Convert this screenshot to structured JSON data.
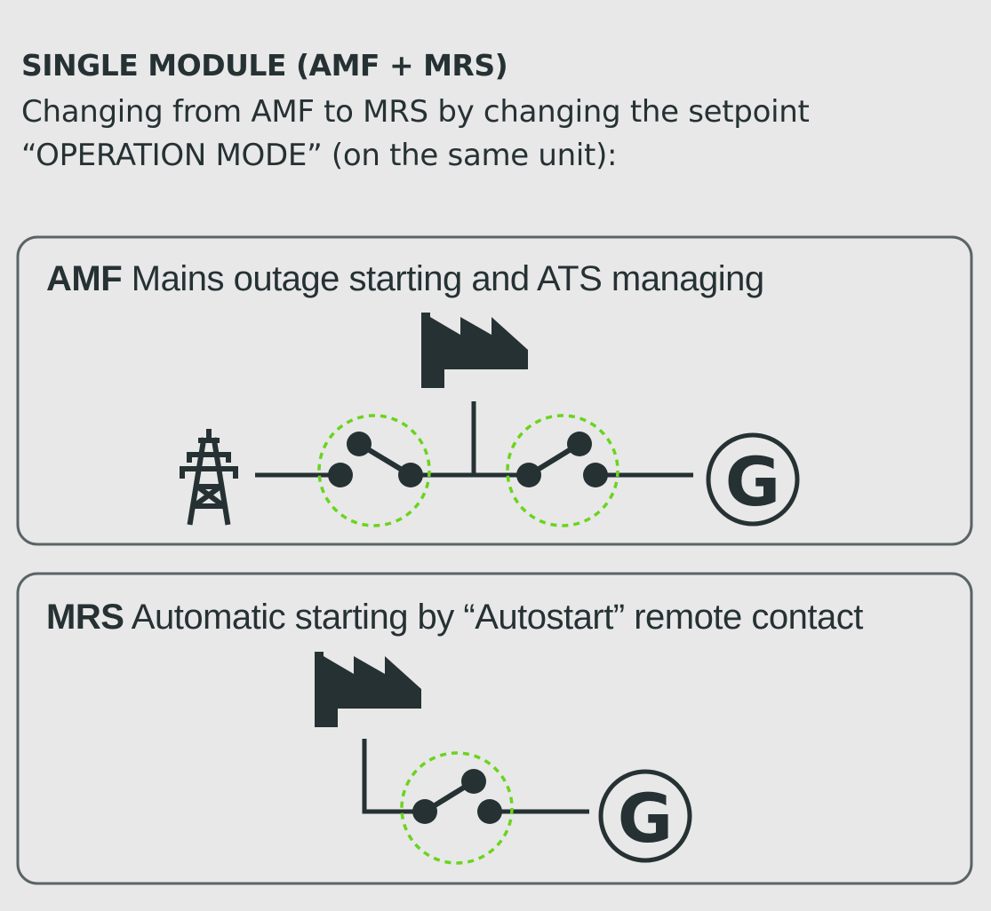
{
  "heading": {
    "title": "SINGLE MODULE (AMF + MRS)",
    "description": "Changing from AMF to MRS by changing the setpoint “OPERATION MODE” (on the same unit):"
  },
  "amf": {
    "code": "AMF",
    "description": "Mains outage starting and ATS managing"
  },
  "mrs": {
    "code": "MRS",
    "description": "Automatic starting by “Autostart” remote contact"
  },
  "generator_symbol": "G",
  "icons": [
    "factory-icon",
    "power-pylon-icon",
    "switch-icon",
    "generator-icon"
  ],
  "colors": {
    "background": "#e8e8e8",
    "ink": "#263133",
    "panel_border": "#5a6466",
    "switch_highlight": "#6ad41e"
  }
}
